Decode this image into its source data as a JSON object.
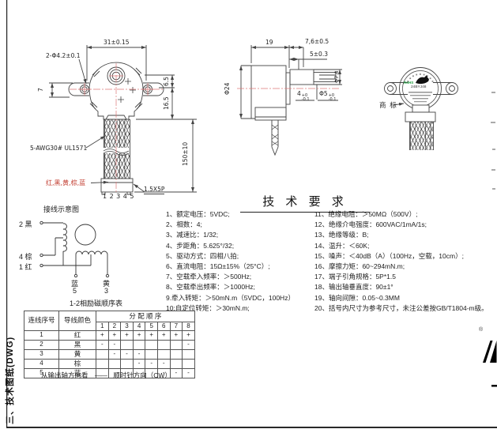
{
  "page": {
    "side_label": "三、技术图纸(DWG)"
  },
  "front_view": {
    "dim_width": "31±0.15",
    "dim_holes": "2-Φ4.2±0.1",
    "dim_offset": "7",
    "dim_top": "6.5",
    "dim_mid": "16.5",
    "dim_wire": "150±10",
    "wire_spec": "5-AWG30# UL1571",
    "wire_colors": "红,黑,黄,棕,蓝",
    "pin_numbers": "12345",
    "connector": "1.5X5P"
  },
  "side_view": {
    "dim_depth": "19",
    "dim_boss": "7,6±0.5",
    "dim_shaft_len": "5±0.3",
    "dim_body_dia": "Φ24",
    "dim_boss_dia": "Φ7.8",
    "dim_flat": {
      "base": "4",
      "tol_top": "+0",
      "tol_bot": "-0.1"
    },
    "dim_shaft_dia": {
      "base": "Φ5",
      "tol_top": "+0",
      "tol_bot": "-0.1"
    }
  },
  "photo_view": {
    "trademark": "商 标",
    "rohs": "RoHS",
    "model": "24BYJ48"
  },
  "tech_req": {
    "title": "技 术 要 求",
    "left_items": [
      "1、额定电压：5VDC;",
      "2、相数：4;",
      "3、减速比：1/32;",
      "4、步距角：5.625°/32;",
      "5、驱动方式：四相八拍;",
      "6、直流电阻：15Ω±15%（25°C）;",
      "7、空载牵入频率：＞500Hz;",
      "8、空载牵出频率：＞1000Hz;",
      "9.牵入转矩：＞50mN.m（5VDC，100Hz）",
      "10:自定位转矩：＞30mN.m;"
    ],
    "right_items": [
      "11、绝缘电阻：＞50MΩ（500V）;",
      "12、绝缘介电强度：600VAC/1mA/1s;",
      "13、绝缘等级：B;",
      "14、温升：＜60K;",
      "15、噪声：＜40dB（A）（100Hz，空载，10cm）;",
      "16、摩擦力矩：60~294mN.m;",
      "17、端子引角规格：5P*1.5",
      "18、输出轴垂直度：90±1°",
      "19、轴向间隙：0.05~0.3MM",
      "20、括号内尺寸为参考尺寸，未注公差按GB/T1804-m级。"
    ]
  },
  "schematic": {
    "title": "接线示意图",
    "caption": "1-2相励磁顺序表",
    "terminal_2": "2 黑",
    "terminal_4": "4 棕",
    "terminal_1": "1 红",
    "terminal_5_color": "蓝",
    "terminal_5_num": "5",
    "terminal_3_color": "黄",
    "terminal_3_num": "3"
  },
  "wiring_table": {
    "header_seq_no": "连线序号",
    "header_color": "导线颜色",
    "header_order": "分 配 顺 序",
    "order_cols": [
      "1",
      "2",
      "3",
      "4",
      "5",
      "6",
      "7",
      "8"
    ],
    "rows": [
      {
        "no": "1",
        "color": "红",
        "cells": [
          "+",
          "+",
          "+",
          "+",
          "+",
          "+",
          "+",
          "+"
        ]
      },
      {
        "no": "2",
        "color": "黑",
        "cells": [
          "-",
          "-",
          "",
          "",
          "",
          "",
          "",
          "-"
        ]
      },
      {
        "no": "3",
        "color": "黄",
        "cells": [
          "",
          "-",
          "-",
          "-",
          "",
          "",
          "",
          ""
        ]
      },
      {
        "no": "4",
        "color": "棕",
        "cells": [
          "",
          "",
          "",
          "-",
          "-",
          "-",
          "",
          ""
        ]
      },
      {
        "no": "5",
        "color": "蓝",
        "cells": [
          "",
          "",
          "",
          "",
          "",
          "-",
          "-",
          "-"
        ]
      }
    ],
    "footnote_view": "从输出轴方向看",
    "footnote_dash": "——",
    "footnote_dir": "顺时针方向（CW）"
  },
  "misc": {
    "registered": "®"
  },
  "colors": {
    "centerline": "#dd7777",
    "line": "#444444",
    "red_text": "#c23b2e",
    "green": "#1e9e3e"
  }
}
